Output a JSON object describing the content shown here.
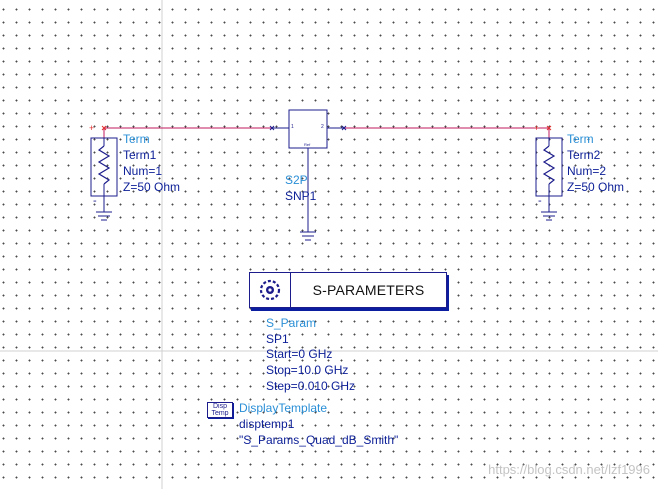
{
  "term1": {
    "type_label": "Term",
    "instance": "Term1",
    "num": "Num=1",
    "impedance": "Z=50 Ohm",
    "plus": "+",
    "minus": "-"
  },
  "term2": {
    "type_label": "Term",
    "instance": "Term2",
    "num": "Num=2",
    "impedance": "Z=50 Ohm",
    "plus": "+",
    "minus": "-"
  },
  "s2p": {
    "type_label": "S2P",
    "instance": "SNP1",
    "port1": "1",
    "port2": "2",
    "ref": "Ref"
  },
  "sparam": {
    "title": "S-PARAMETERS",
    "type_label": "S_Param",
    "instance": "SP1",
    "start": "Start=0 GHz",
    "stop": "Stop=10.0 GHz",
    "step": "Step=0.010 GHz"
  },
  "display_template": {
    "icon_line1": "Disp",
    "icon_line2": "Temp",
    "type_label": "DisplayTemplate",
    "instance": "disptemp1",
    "template_name": "\"S_Params_Quad_dB_Smith\""
  },
  "watermark": "https://blog.csdn.net/lzf1996",
  "colors": {
    "wire": "#c0185c",
    "component": "#1c1c8c",
    "label_type": "#2a8fd6",
    "label_params": "#0b1e96",
    "port_marker": "#e33030",
    "background_dot": "#4a4a4a"
  }
}
